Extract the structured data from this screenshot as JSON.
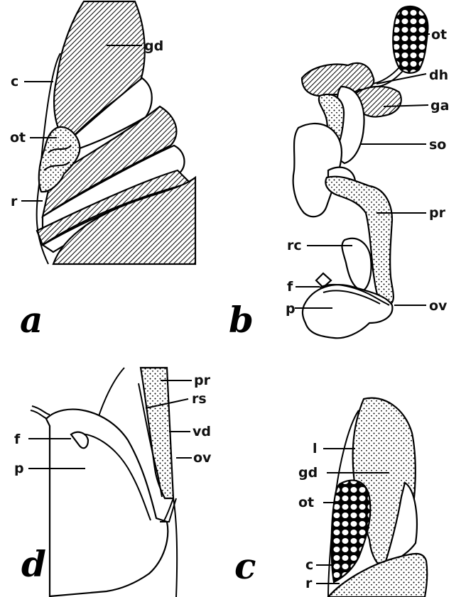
{
  "panels": {
    "a": {
      "letter": "a",
      "labels": {
        "gd": "gd",
        "c": "c",
        "ot": "ot",
        "r": "r"
      }
    },
    "b": {
      "letter": "b",
      "labels": {
        "ot": "ot",
        "dh": "dh",
        "ga": "ga",
        "so": "so",
        "pr": "pr",
        "rc": "rc",
        "f": "f",
        "p": "p",
        "ov": "ov"
      }
    },
    "d": {
      "letter": "d",
      "labels": {
        "pr": "pr",
        "rs": "rs",
        "vd": "vd",
        "ov": "ov",
        "f": "f",
        "p": "p"
      }
    },
    "c": {
      "letter": "c",
      "labels": {
        "l": "l",
        "gd": "gd",
        "ot": "ot",
        "c": "c",
        "r": "r"
      }
    }
  },
  "colors": {
    "ink": "#000000",
    "paper": "#ffffff"
  }
}
